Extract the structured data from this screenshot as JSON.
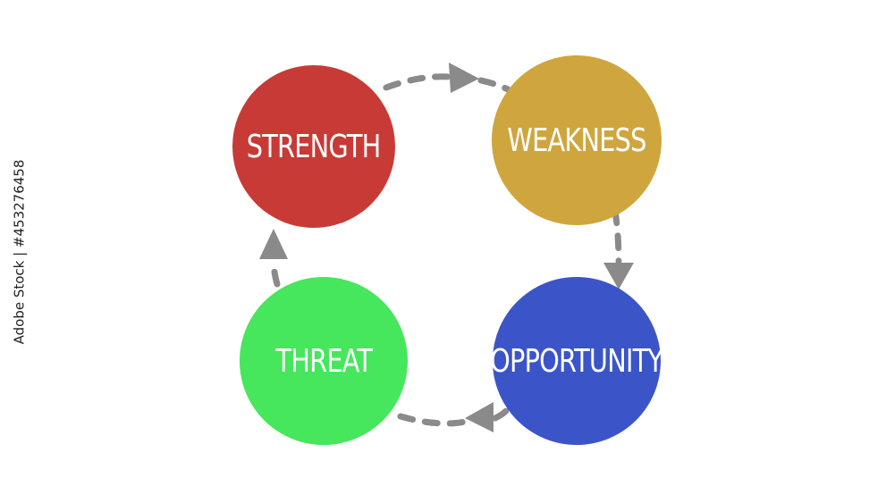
{
  "diagram": {
    "nodes": [
      {
        "id": "strength",
        "label": "Strength",
        "color": "#c73a36"
      },
      {
        "id": "weakness",
        "label": "Weakness",
        "color": "#cfa63e"
      },
      {
        "id": "opportunity",
        "label": "Opportunity",
        "color": "#3b55c9"
      },
      {
        "id": "threat",
        "label": "Threat",
        "color": "#46e65d"
      }
    ],
    "edges": [
      {
        "from": "strength",
        "to": "weakness"
      },
      {
        "from": "weakness",
        "to": "opportunity"
      },
      {
        "from": "opportunity",
        "to": "threat"
      },
      {
        "from": "threat",
        "to": "strength"
      }
    ],
    "arrow_color": "#8a8a8a"
  },
  "watermark": {
    "id_text": "Adobe Stock | #453276458"
  }
}
